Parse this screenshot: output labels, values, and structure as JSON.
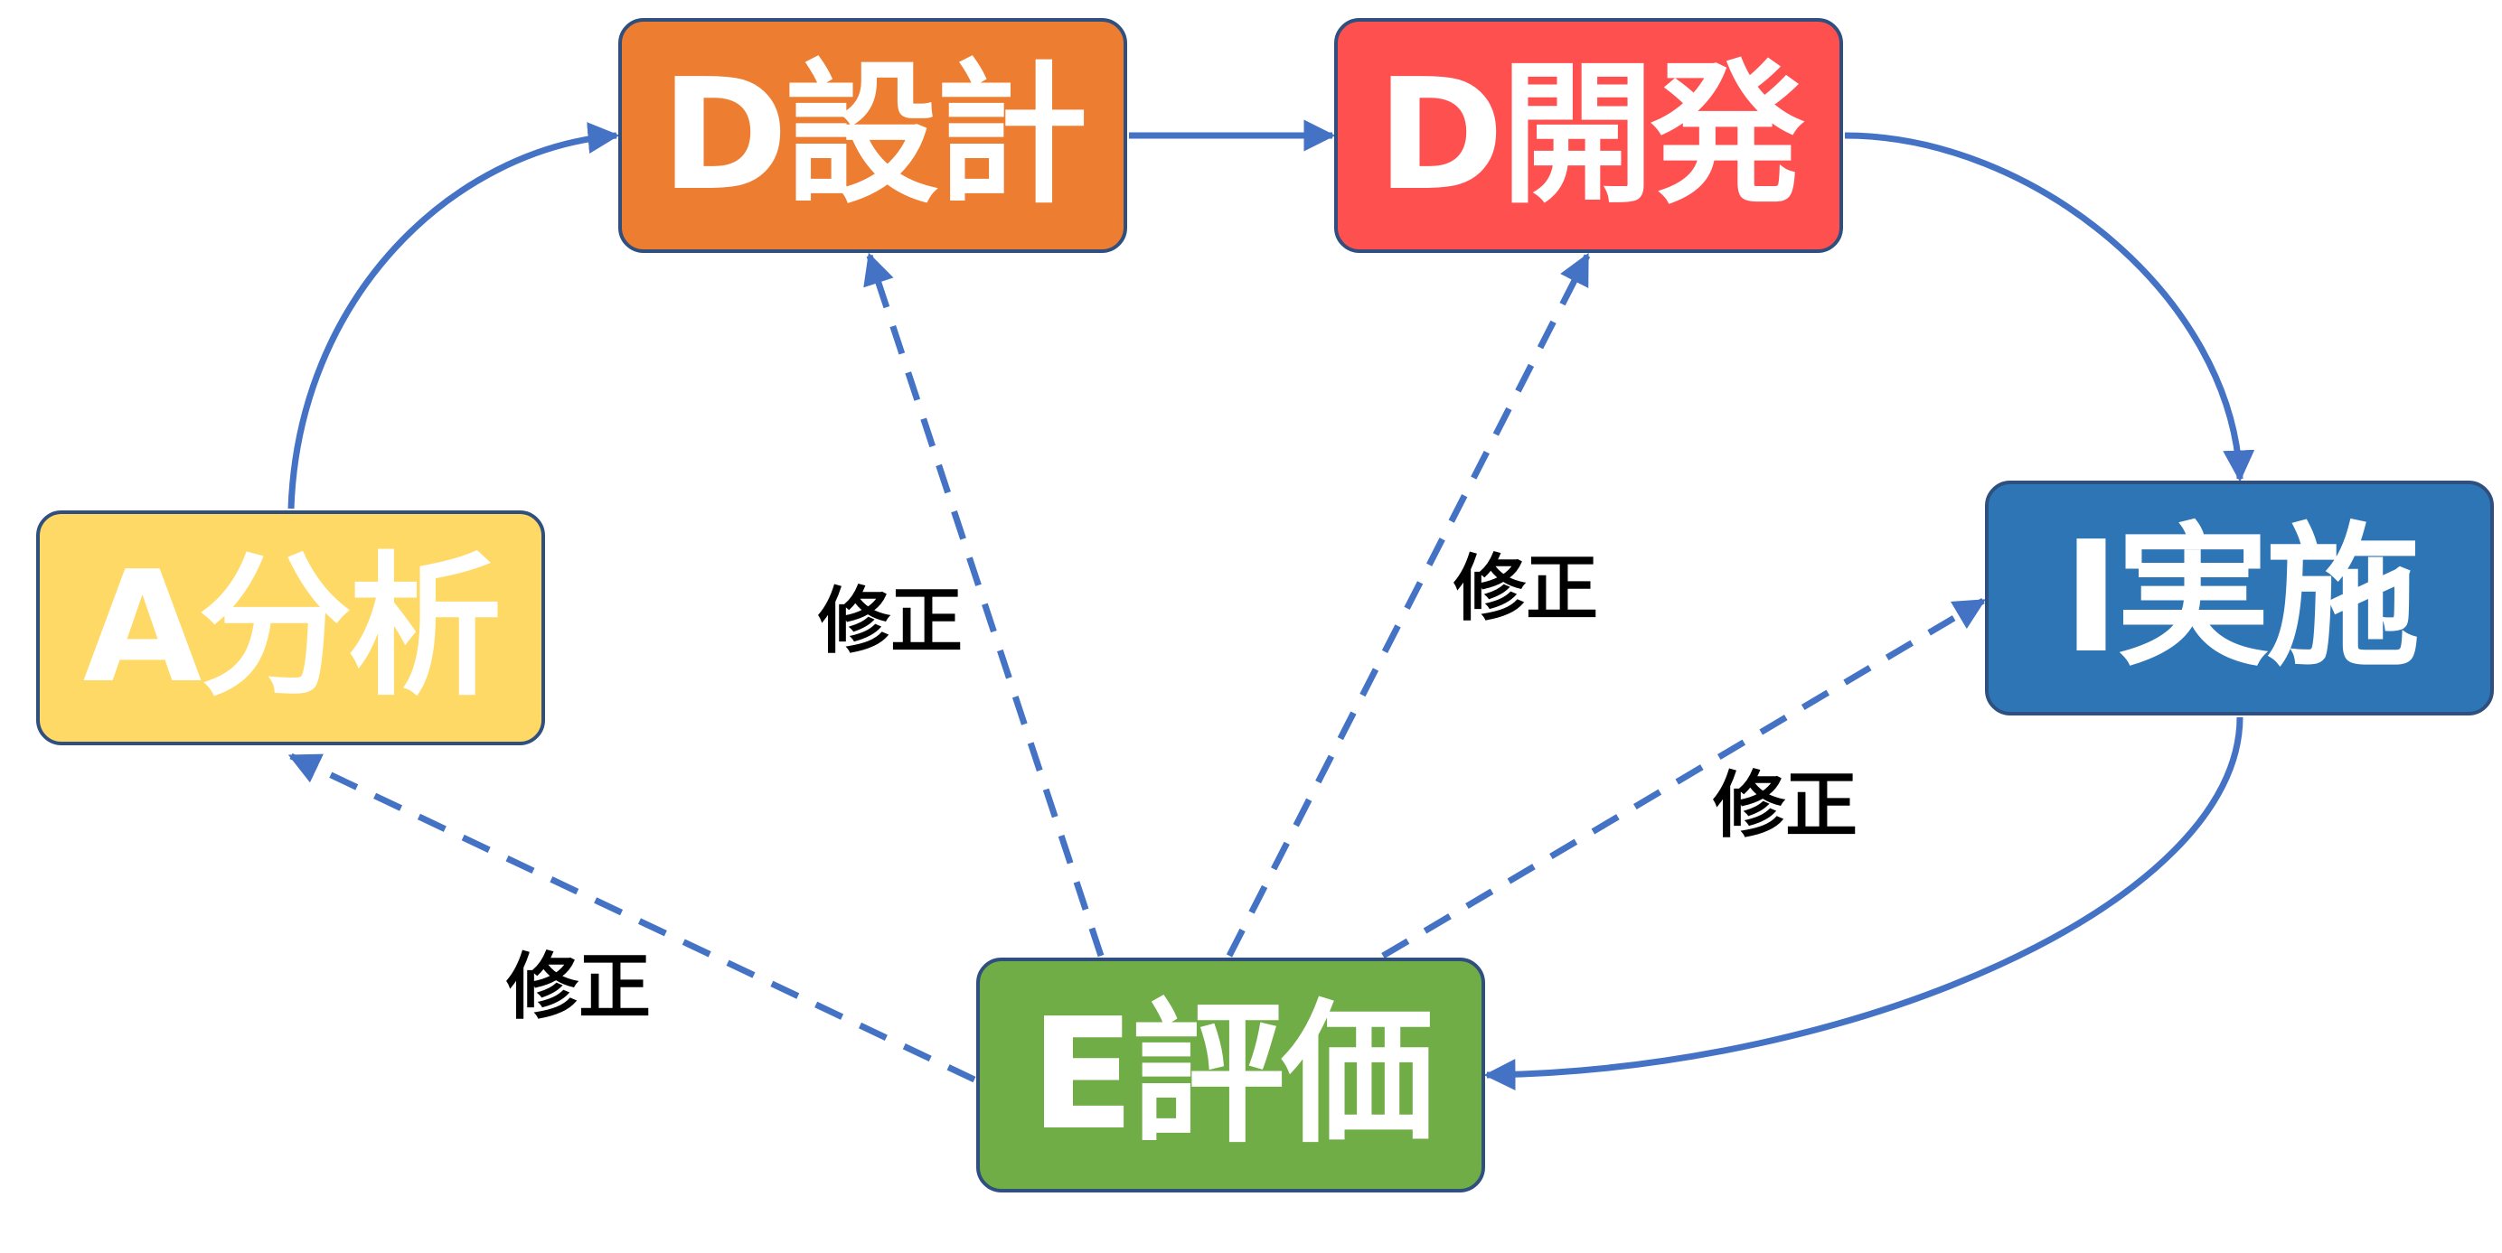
{
  "colors": {
    "arrow": "#4472c4",
    "border": "#2f4f7f",
    "text": "#ffffff",
    "label": "#000000"
  },
  "nodes": {
    "analyze": {
      "label": "A分析",
      "color": "#ffd966"
    },
    "design": {
      "label": "D設計",
      "color": "#ed7d31"
    },
    "develop": {
      "label": "D開発",
      "color": "#ff5050"
    },
    "implement": {
      "label": "I実施",
      "color": "#2e75b6"
    },
    "evaluate": {
      "label": "E評価",
      "color": "#70ad47"
    }
  },
  "feedback_labels": {
    "design": "修正",
    "develop": "修正",
    "implement": "修正",
    "analyze": "修正"
  }
}
